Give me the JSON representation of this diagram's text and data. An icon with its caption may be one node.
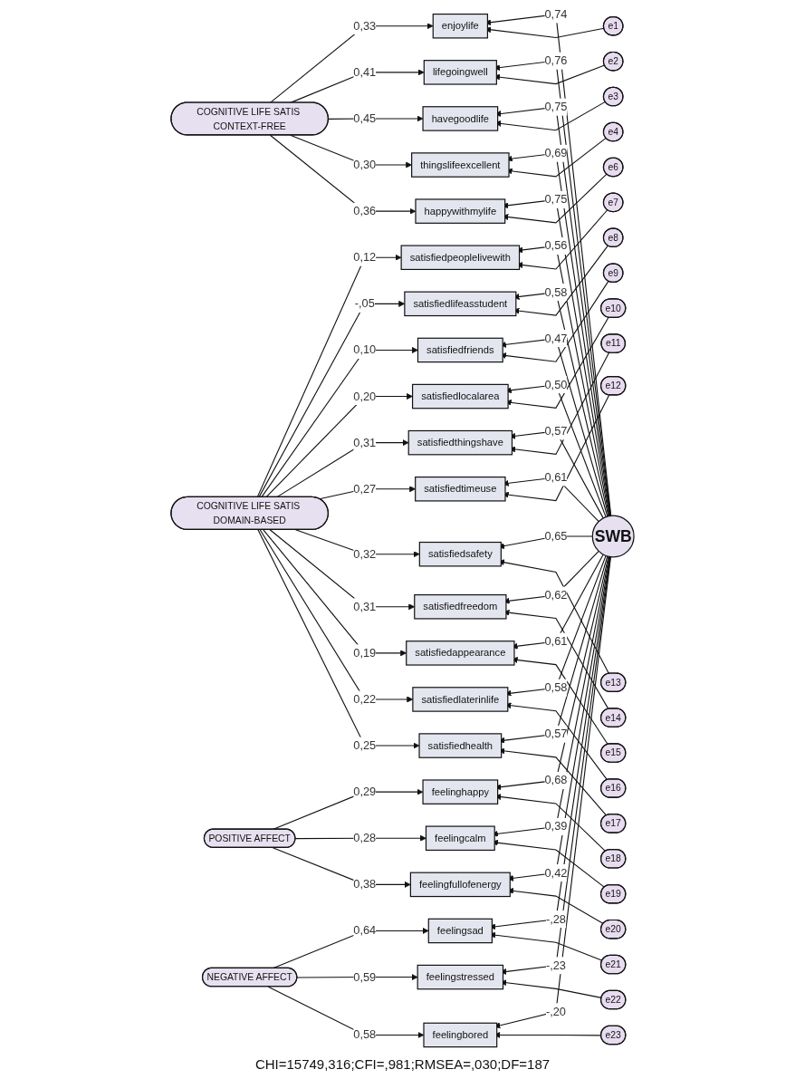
{
  "diagram": {
    "caption": "CHI=15749,316;CFI=,981;RMSEA=,030;DF=187",
    "nodes": [
      {
        "text": [
          "COGNITIVE LIFE SATIS CONTEXT-FREE"
        ]
      },
      {
        "text": [
          "COGNITIVE LIFE SATIS DOMAIN-BASED"
        ]
      },
      {
        "text": [
          "POSITIVE AFFECT"
        ]
      },
      {
        "text": [
          "NEGATIVE AFFECT"
        ]
      },
      {
        "text": [
          "enjoylife"
        ]
      },
      {
        "text": [
          "lifegoingwell"
        ]
      },
      {
        "text": [
          "havegoodlife"
        ]
      },
      {
        "text": [
          "thingslifeexcellent"
        ]
      },
      {
        "text": [
          "happywithmylife"
        ]
      },
      {
        "text": [
          "satisfiedpeoplelivewith"
        ]
      },
      {
        "text": [
          "satisfiedlifeasstudent"
        ]
      },
      {
        "text": [
          "satisfiedfriends"
        ]
      },
      {
        "text": [
          "satisfiedlocalarea"
        ]
      },
      {
        "text": [
          "satisfiedthingshave"
        ]
      },
      {
        "text": [
          "satisfiedtimeuse"
        ]
      },
      {
        "text": [
          "satisfiedsafety"
        ]
      },
      {
        "text": [
          "satisfiedfreedom"
        ]
      },
      {
        "text": [
          "satisfiedappearance"
        ]
      },
      {
        "text": [
          "satisfiedlaterinlife"
        ]
      },
      {
        "text": [
          "satisfiedhealth"
        ]
      },
      {
        "text": [
          "feelinghappy"
        ]
      },
      {
        "text": [
          "feelingcalm"
        ]
      },
      {
        "text": [
          "feelingfullofenergy"
        ]
      },
      {
        "text": [
          "feelingsad"
        ]
      },
      {
        "text": [
          "feelingstressed"
        ]
      },
      {
        "text": [
          "feelingbored"
        ]
      },
      {
        "text": [
          "e1"
        ]
      },
      {
        "text": [
          "e2"
        ]
      },
      {
        "text": [
          "e3"
        ]
      },
      {
        "text": [
          "e4"
        ]
      },
      {
        "text": [
          "e6"
        ]
      },
      {
        "text": [
          "e7"
        ]
      },
      {
        "text": [
          "e8"
        ]
      },
      {
        "text": [
          "e9"
        ]
      },
      {
        "text": [
          "e10"
        ]
      },
      {
        "text": [
          "e11"
        ]
      },
      {
        "text": [
          "e12"
        ]
      },
      {
        "text": [
          "e13"
        ]
      },
      {
        "text": [
          "e14"
        ]
      },
      {
        "text": [
          "e15"
        ]
      },
      {
        "text": [
          "e16"
        ]
      },
      {
        "text": [
          "e17"
        ]
      },
      {
        "text": [
          "e18"
        ]
      },
      {
        "text": [
          "e19"
        ]
      },
      {
        "text": [
          "e20"
        ]
      },
      {
        "text": [
          "e21"
        ]
      },
      {
        "text": [
          "e22"
        ]
      },
      {
        "text": [
          "e23"
        ]
      },
      {
        "text": [
          "SWB"
        ]
      }
    ],
    "edges": [
      {
        "from": 0,
        "to": 4,
        "arrow": "to",
        "label": "0,33"
      },
      {
        "from": 0,
        "to": 5,
        "arrow": "to",
        "label": "0,41"
      },
      {
        "from": 0,
        "to": 6,
        "arrow": "to",
        "label": "0,45"
      },
      {
        "from": 0,
        "to": 7,
        "arrow": "to",
        "label": "0,30"
      },
      {
        "from": 0,
        "to": 8,
        "arrow": "to",
        "label": "0,36"
      },
      {
        "from": 1,
        "to": 9,
        "arrow": "to",
        "label": "0,12"
      },
      {
        "from": 1,
        "to": 10,
        "arrow": "to",
        "label": "-,05"
      },
      {
        "from": 1,
        "to": 11,
        "arrow": "to",
        "label": "0,10"
      },
      {
        "from": 1,
        "to": 12,
        "arrow": "to",
        "label": "0,20"
      },
      {
        "from": 1,
        "to": 13,
        "arrow": "to",
        "label": "0,31"
      },
      {
        "from": 1,
        "to": 14,
        "arrow": "to",
        "label": "0,27"
      },
      {
        "from": 1,
        "to": 15,
        "arrow": "to",
        "label": "0,32"
      },
      {
        "from": 1,
        "to": 16,
        "arrow": "to",
        "label": "0,31"
      },
      {
        "from": 1,
        "to": 17,
        "arrow": "to",
        "label": "0,19"
      },
      {
        "from": 1,
        "to": 18,
        "arrow": "to",
        "label": "0,22"
      },
      {
        "from": 1,
        "to": 19,
        "arrow": "to",
        "label": "0,25"
      },
      {
        "from": 2,
        "to": 20,
        "arrow": "to",
        "label": "0,29"
      },
      {
        "from": 2,
        "to": 21,
        "arrow": "to",
        "label": "0,28"
      },
      {
        "from": 2,
        "to": 22,
        "arrow": "to",
        "label": "0,38"
      },
      {
        "from": 3,
        "to": 23,
        "arrow": "to",
        "label": "0,64"
      },
      {
        "from": 3,
        "to": 24,
        "arrow": "to",
        "label": "0,59"
      },
      {
        "from": 3,
        "to": 25,
        "arrow": "to",
        "label": "0,58"
      },
      {
        "from": 48,
        "to": 4,
        "arrow": "to",
        "label": "0,74"
      },
      {
        "from": 48,
        "to": 5,
        "arrow": "to",
        "label": "0,76"
      },
      {
        "from": 48,
        "to": 6,
        "arrow": "to",
        "label": "0,75"
      },
      {
        "from": 48,
        "to": 7,
        "arrow": "to",
        "label": "0,69"
      },
      {
        "from": 48,
        "to": 8,
        "arrow": "to",
        "label": "0,75"
      },
      {
        "from": 48,
        "to": 9,
        "arrow": "to",
        "label": "0,56"
      },
      {
        "from": 48,
        "to": 10,
        "arrow": "to",
        "label": "0,58"
      },
      {
        "from": 48,
        "to": 11,
        "arrow": "to",
        "label": "0,47"
      },
      {
        "from": 48,
        "to": 12,
        "arrow": "to",
        "label": "0,50"
      },
      {
        "from": 48,
        "to": 13,
        "arrow": "to",
        "label": "0,57"
      },
      {
        "from": 48,
        "to": 14,
        "arrow": "to",
        "label": "0,61"
      },
      {
        "from": 48,
        "to": 15,
        "arrow": "to",
        "label": "0,65"
      },
      {
        "from": 48,
        "to": 16,
        "arrow": "to",
        "label": "0,62"
      },
      {
        "from": 48,
        "to": 17,
        "arrow": "to",
        "label": "0,61"
      },
      {
        "from": 48,
        "to": 18,
        "arrow": "to",
        "label": "0,58"
      },
      {
        "from": 48,
        "to": 19,
        "arrow": "to",
        "label": "0,57"
      },
      {
        "from": 48,
        "to": 20,
        "arrow": "to",
        "label": "0,68"
      },
      {
        "from": 48,
        "to": 21,
        "arrow": "to",
        "label": "0,39"
      },
      {
        "from": 48,
        "to": 22,
        "arrow": "to",
        "label": "0,42"
      },
      {
        "from": 48,
        "to": 23,
        "arrow": "to",
        "label": "-,28"
      },
      {
        "from": 48,
        "to": 24,
        "arrow": "to",
        "label": "-,23"
      },
      {
        "from": 48,
        "to": 25,
        "arrow": "to",
        "label": "-,20"
      },
      {
        "from": 26,
        "to": 4,
        "arrow": "to"
      },
      {
        "from": 27,
        "to": 5,
        "arrow": "to"
      },
      {
        "from": 28,
        "to": 6,
        "arrow": "to"
      },
      {
        "from": 29,
        "to": 7,
        "arrow": "to"
      },
      {
        "from": 30,
        "to": 8,
        "arrow": "to"
      },
      {
        "from": 31,
        "to": 9,
        "arrow": "to"
      },
      {
        "from": 32,
        "to": 10,
        "arrow": "to"
      },
      {
        "from": 33,
        "to": 11,
        "arrow": "to"
      },
      {
        "from": 34,
        "to": 12,
        "arrow": "to"
      },
      {
        "from": 35,
        "to": 13,
        "arrow": "to"
      },
      {
        "from": 36,
        "to": 14,
        "arrow": "to"
      },
      {
        "from": 37,
        "to": 15,
        "arrow": "to"
      },
      {
        "from": 38,
        "to": 16,
        "arrow": "to"
      },
      {
        "from": 39,
        "to": 17,
        "arrow": "to"
      },
      {
        "from": 40,
        "to": 18,
        "arrow": "to"
      },
      {
        "from": 41,
        "to": 19,
        "arrow": "to"
      },
      {
        "from": 42,
        "to": 20,
        "arrow": "to"
      },
      {
        "from": 43,
        "to": 21,
        "arrow": "to"
      },
      {
        "from": 44,
        "to": 22,
        "arrow": "to"
      },
      {
        "from": 45,
        "to": 23,
        "arrow": "to"
      },
      {
        "from": 46,
        "to": 24,
        "arrow": "to"
      },
      {
        "from": 47,
        "to": 25,
        "arrow": "to"
      }
    ]
  }
}
